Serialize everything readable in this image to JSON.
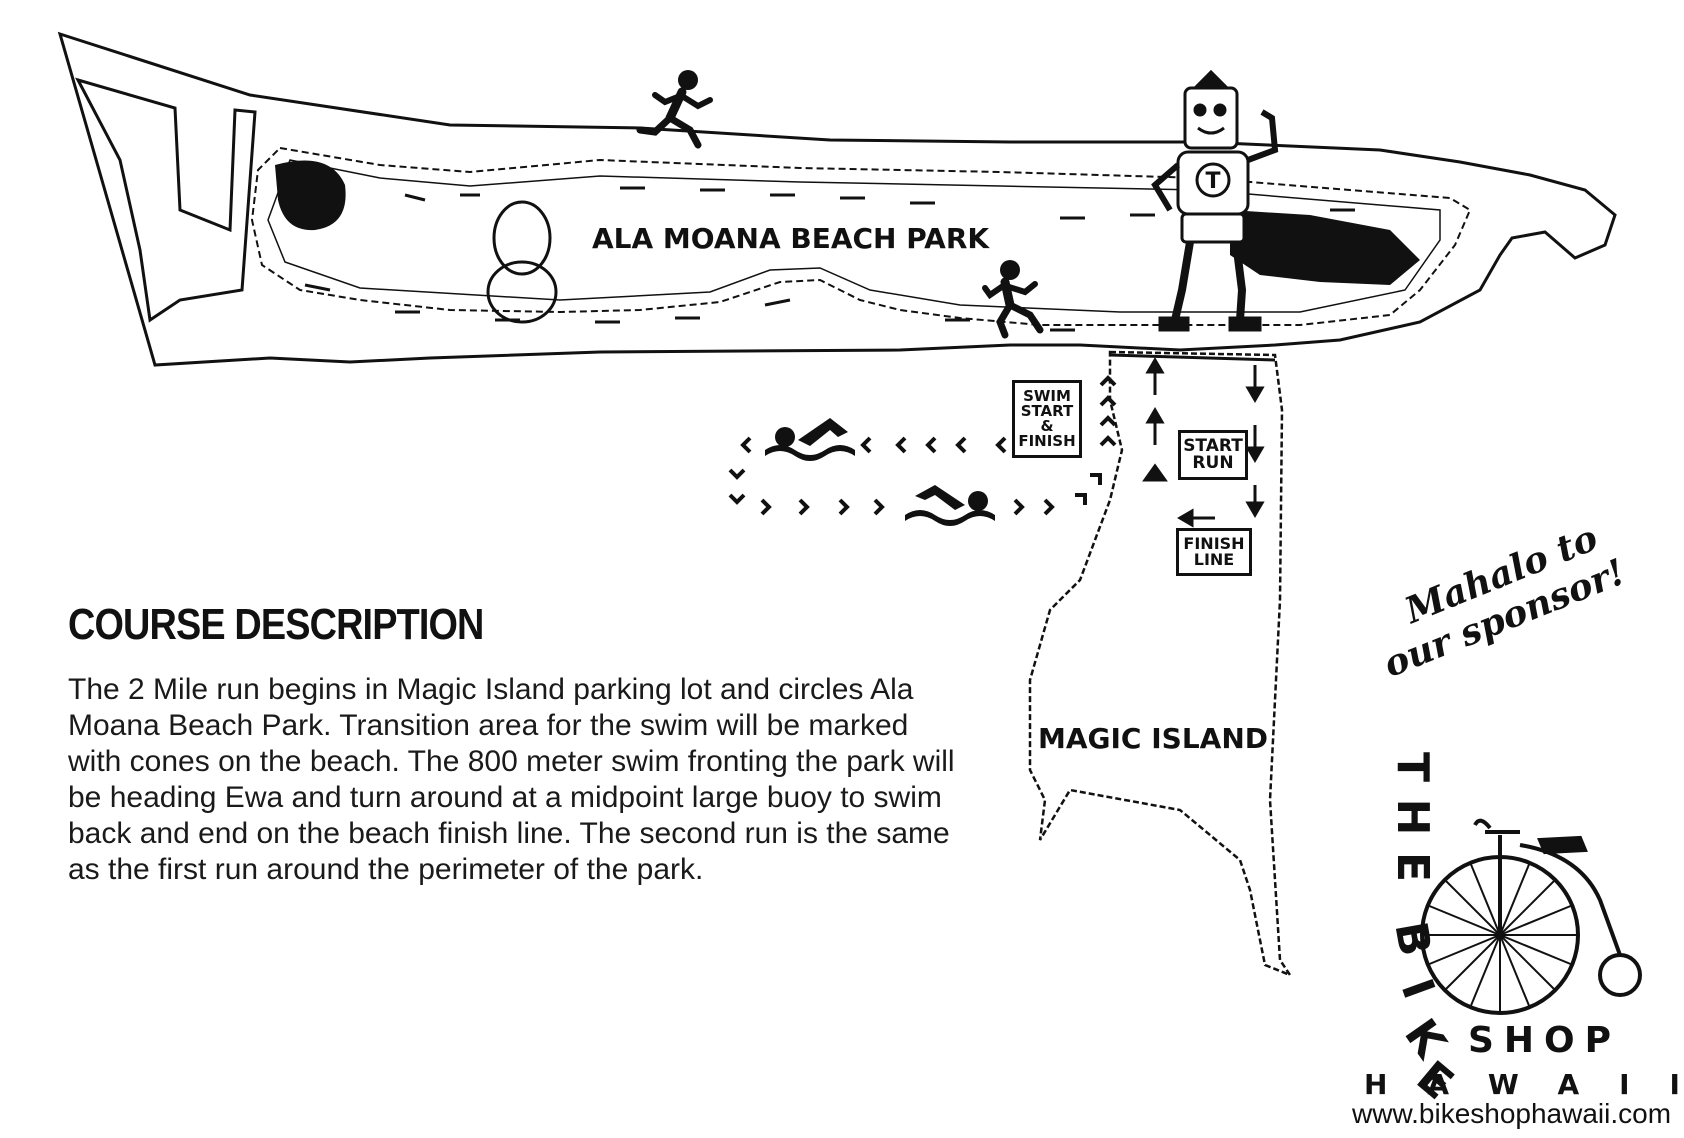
{
  "map": {
    "park_label": "ALA MOANA BEACH PARK",
    "island_label": "MAGIC ISLAND",
    "swim_box": [
      "SWIM",
      "START",
      "&",
      "FINISH"
    ],
    "start_run_box": [
      "START",
      "RUN"
    ],
    "finish_line_box": [
      "FINISH",
      "LINE"
    ]
  },
  "course": {
    "heading": "COURSE DESCRIPTION",
    "description": "The 2 Mile run begins in Magic Island parking lot and circles Ala Moana Beach Park. Transition area for the swim will be marked with cones on the beach. The 800 meter swim fronting the park will be heading Ewa and turn around at a midpoint large buoy to swim back and end on the beach finish line. The second run is the same as the first run around the perimeter of the park."
  },
  "sponsor": {
    "mahalo_line1": "Mahalo to",
    "mahalo_line2": "our sponsor!",
    "vertical_letters": [
      "T",
      "H",
      "E",
      "B",
      "I",
      "K",
      "E"
    ],
    "shop": "SHOP",
    "hawaii": "HAWAII",
    "url": "www.bikeshophawaii.com"
  },
  "colors": {
    "ink": "#111111",
    "water": "#ffffff",
    "land": "#ffffff"
  }
}
